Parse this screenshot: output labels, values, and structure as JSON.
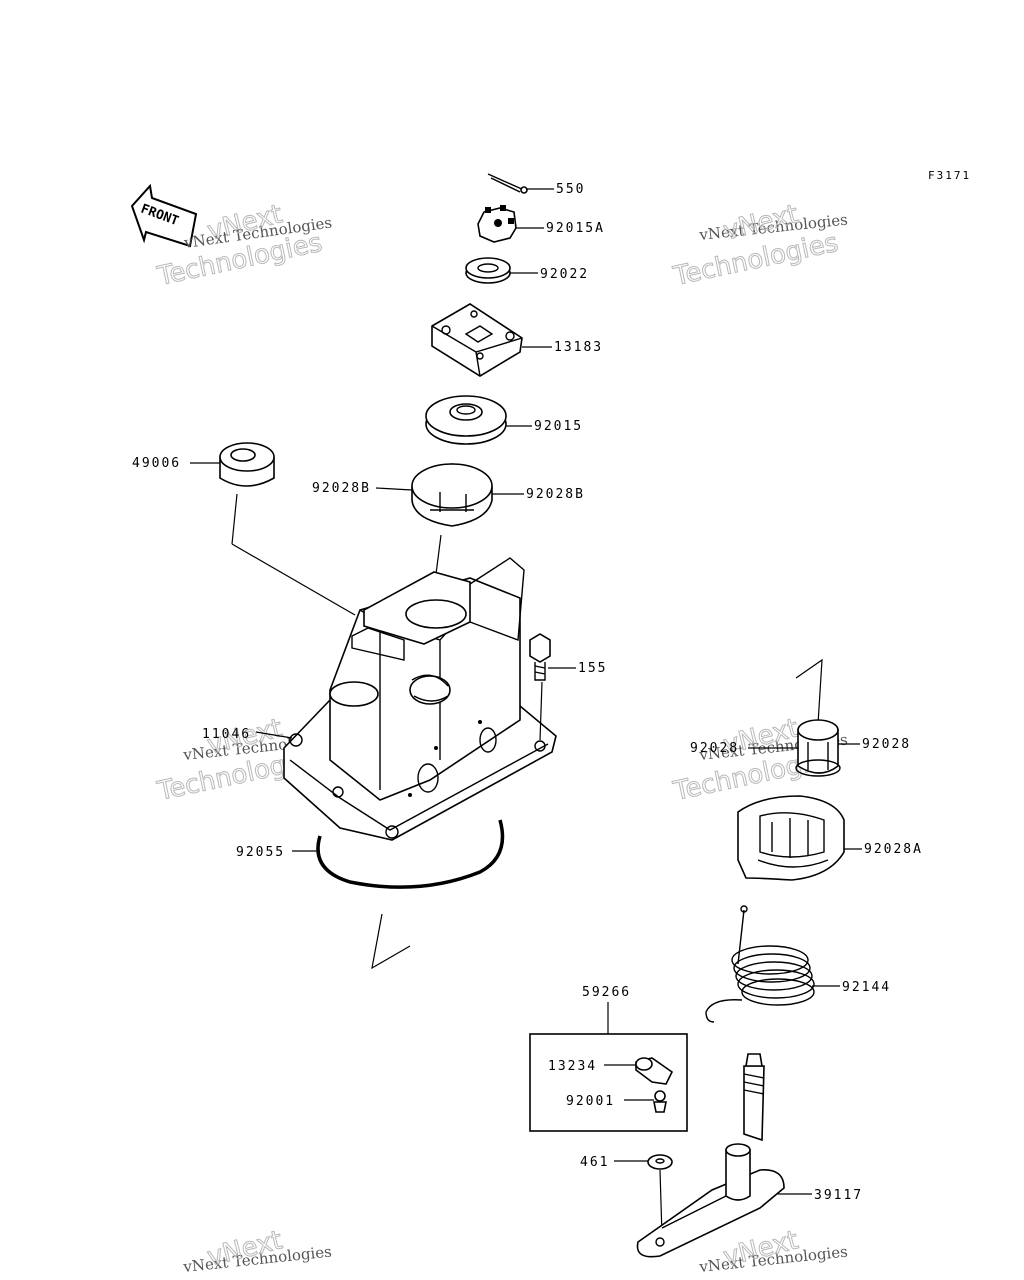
{
  "diagram": {
    "code": "F3171",
    "front_label": "FRONT",
    "watermark": {
      "line1": "vNext Technologies",
      "line2": "Technologies",
      "line3": "vNext"
    },
    "parts": [
      {
        "id": "550"
      },
      {
        "id": "92015A"
      },
      {
        "id": "92022"
      },
      {
        "id": "13183"
      },
      {
        "id": "92015"
      },
      {
        "id": "49006"
      },
      {
        "id": "92028B"
      },
      {
        "id": "92028B"
      },
      {
        "id": "155"
      },
      {
        "id": "11046"
      },
      {
        "id": "92055"
      },
      {
        "id": "92028"
      },
      {
        "id": "92028"
      },
      {
        "id": "92028A"
      },
      {
        "id": "92144"
      },
      {
        "id": "59266"
      },
      {
        "id": "13234"
      },
      {
        "id": "92001"
      },
      {
        "id": "461"
      },
      {
        "id": "39117"
      }
    ]
  }
}
